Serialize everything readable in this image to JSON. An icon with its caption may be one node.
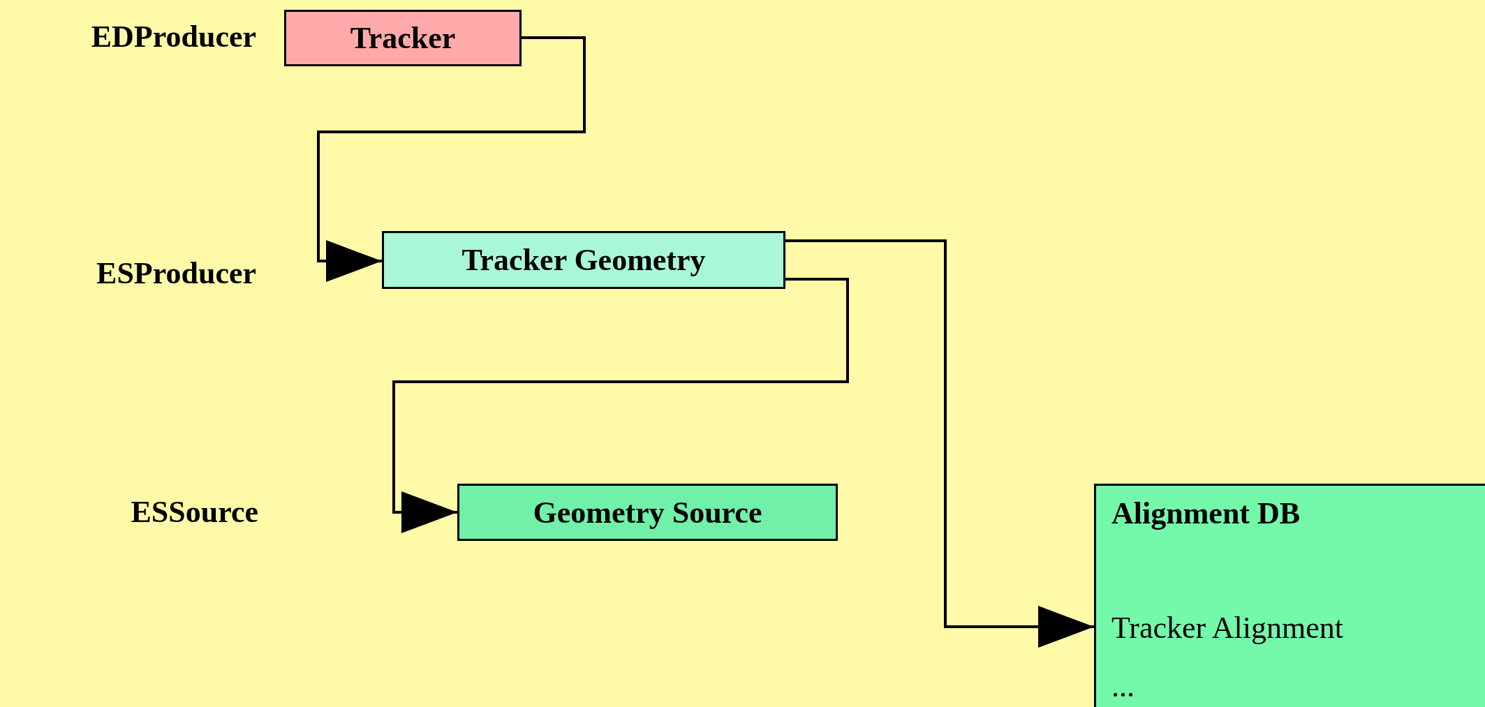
{
  "diagram": {
    "nodes": [
      {
        "text": [
          "Tracker"
        ]
      },
      {
        "text": [
          "Tracker Geometry"
        ]
      },
      {
        "text": [
          "Geometry Source"
        ]
      },
      {
        "text": [
          "Alignment DB",
          "Tracker Alignment",
          "..."
        ]
      }
    ],
    "edges": [
      {
        "from": 0,
        "to": 1,
        "arrow": "to"
      },
      {
        "from": 1,
        "to": 2,
        "arrow": "to"
      },
      {
        "from": 1,
        "to": 3,
        "arrow": "to"
      }
    ],
    "labels": [
      "EDProducer",
      "ESProducer",
      "ESSource"
    ]
  }
}
